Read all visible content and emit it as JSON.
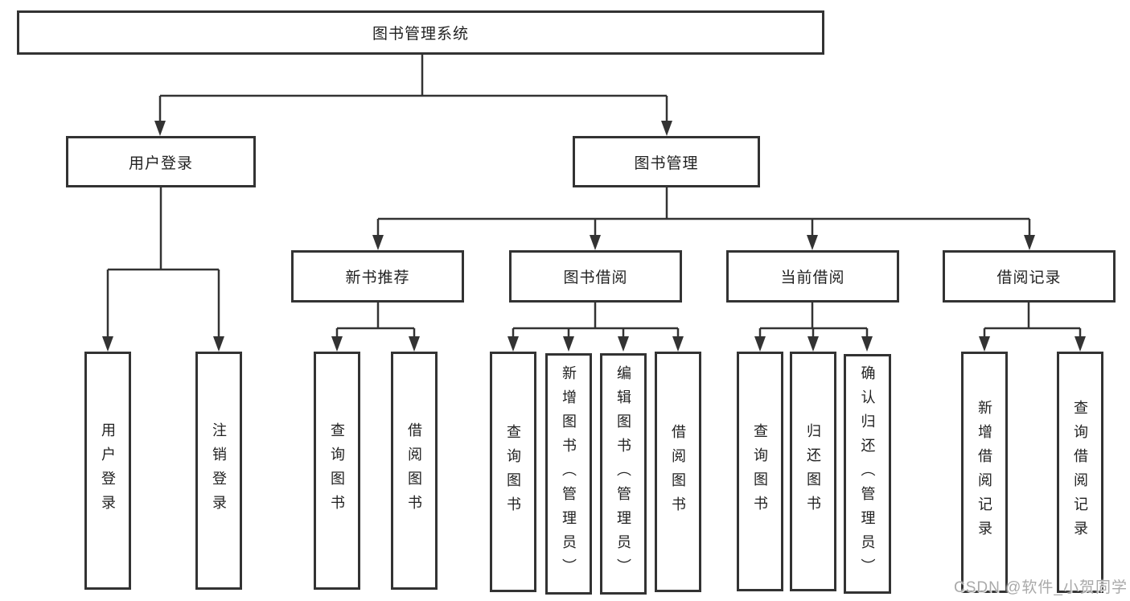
{
  "tree": {
    "root": {
      "label": "图书管理系统"
    },
    "branches": [
      {
        "label": "用户登录",
        "children": [
          {
            "label": "用户登录"
          },
          {
            "label": "注销登录"
          }
        ]
      },
      {
        "label": "图书管理",
        "children": [
          {
            "label": "新书推荐",
            "children": [
              {
                "label": "查询图书"
              },
              {
                "label": "借阅图书"
              }
            ]
          },
          {
            "label": "图书借阅",
            "children": [
              {
                "label": "查询图书"
              },
              {
                "label": "新增图书（管理员）"
              },
              {
                "label": "编辑图书（管理员）"
              },
              {
                "label": "借阅图书"
              }
            ]
          },
          {
            "label": "当前借阅",
            "children": [
              {
                "label": "查询图书"
              },
              {
                "label": "归还图书"
              },
              {
                "label": "确认归还（管理员）"
              }
            ]
          },
          {
            "label": "借阅记录",
            "children": [
              {
                "label": "新增借阅记录"
              },
              {
                "label": "查询借阅记录"
              }
            ]
          }
        ]
      }
    ]
  },
  "watermark": {
    "text": "CSDN @软件_小贺同学"
  },
  "colors": {
    "line": "#333333",
    "text": "#222222",
    "background": "#ffffff",
    "watermark": "#a9a9a9"
  }
}
